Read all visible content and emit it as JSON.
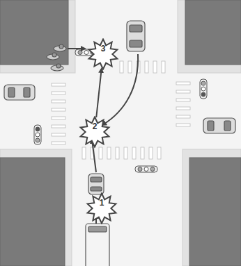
{
  "diagram": {
    "nodes": [
      {
        "text": [
          "1"
        ]
      },
      {
        "text": [
          "2"
        ]
      },
      {
        "text": [
          "3"
        ]
      }
    ],
    "edges": [
      {
        "from": 1,
        "to": 2,
        "arrow": "to"
      }
    ]
  }
}
